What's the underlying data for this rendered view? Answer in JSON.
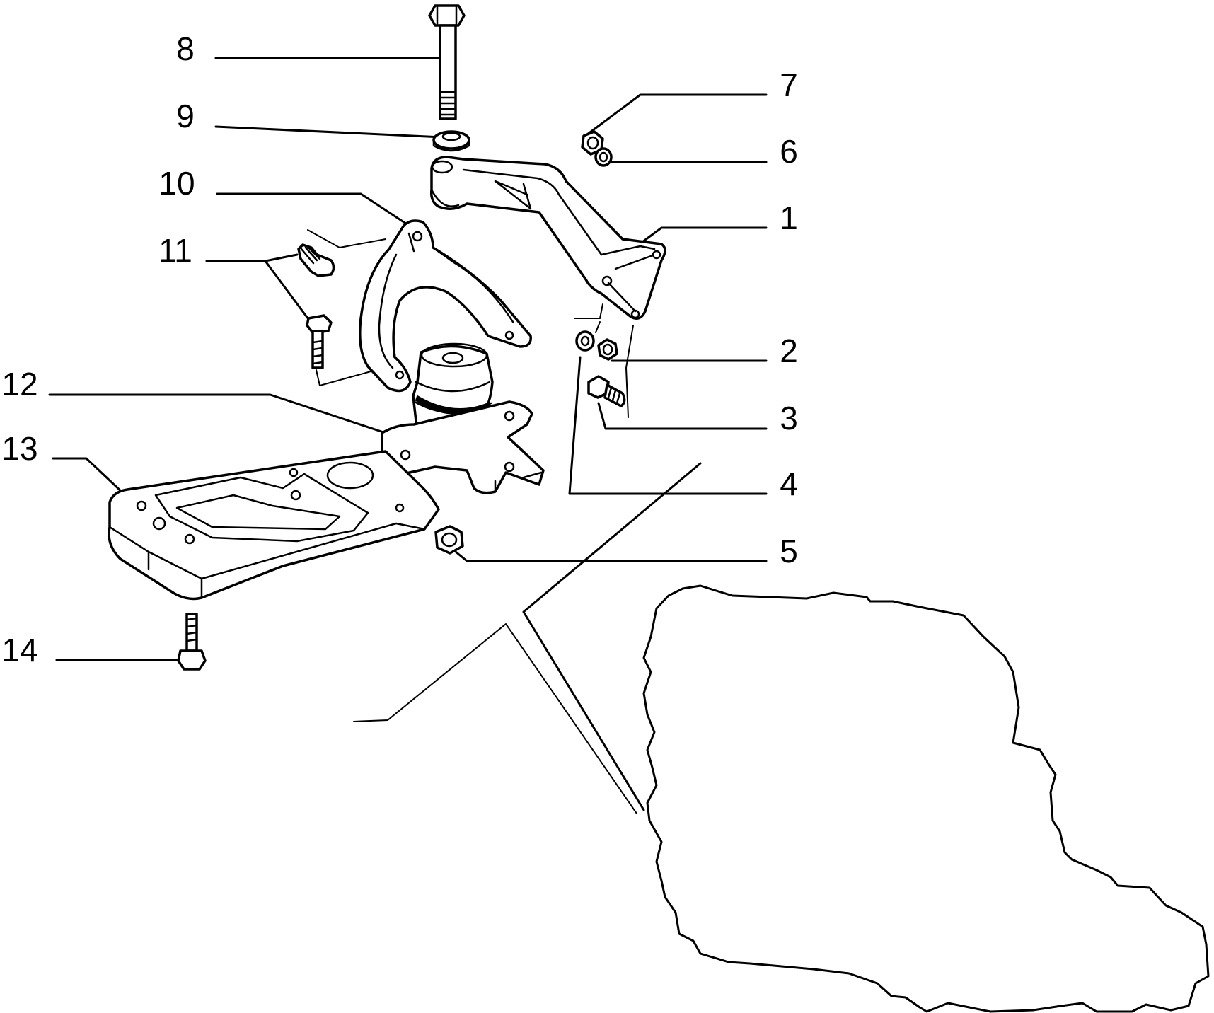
{
  "callouts": [
    {
      "number": "1"
    },
    {
      "number": "2"
    },
    {
      "number": "3"
    },
    {
      "number": "4"
    },
    {
      "number": "5"
    },
    {
      "number": "6"
    },
    {
      "number": "7"
    },
    {
      "number": "8"
    },
    {
      "number": "9"
    },
    {
      "number": "10"
    },
    {
      "number": "11"
    },
    {
      "number": "12"
    },
    {
      "number": "13"
    },
    {
      "number": "14"
    }
  ],
  "colors": {
    "ink": "#000000",
    "paper": "#ffffff"
  }
}
